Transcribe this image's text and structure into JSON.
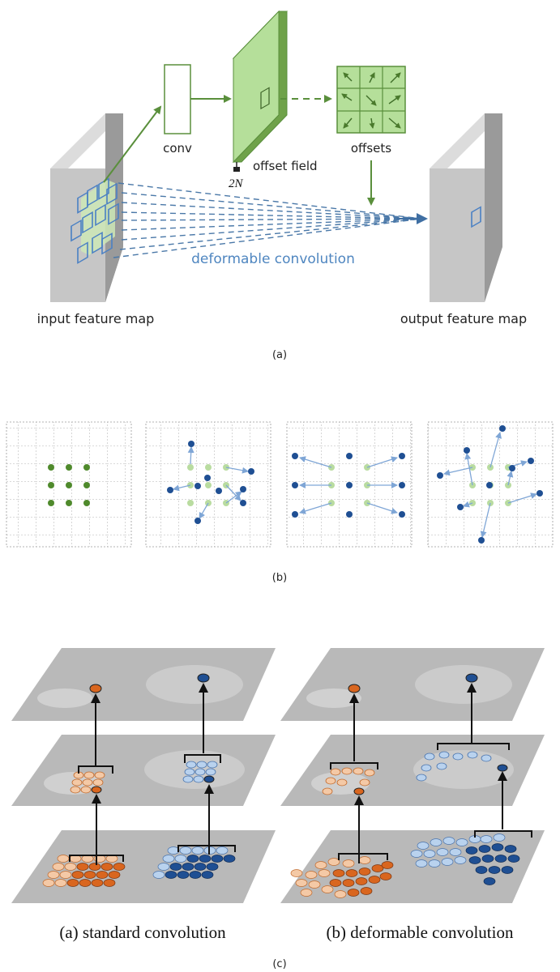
{
  "panel_a": {
    "conv": "conv",
    "offset_field": "offset field",
    "offsets": "offsets",
    "channels": "2N",
    "deformable_convolution": "deformable convolution",
    "input_feature_map": "input feature map",
    "output_feature_map": "output feature map",
    "caption": "(a)"
  },
  "panel_b": {
    "caption": "(b)"
  },
  "panel_c": {
    "left_title": "(a) standard convolution",
    "right_title": "(b) deformable convolution",
    "caption": "(c)"
  },
  "colors": {
    "green": "#5a8f3c",
    "green_fill": "#b5df9a",
    "blue_dash": "#4a78a8",
    "blue_text": "#4f86c0",
    "dark_blue": "#1f4f93",
    "light_blue": "#b9d2ee",
    "orange": "#d9661f",
    "light_orange": "#f4c9a6",
    "grey_panel": "#b8b8b8"
  }
}
